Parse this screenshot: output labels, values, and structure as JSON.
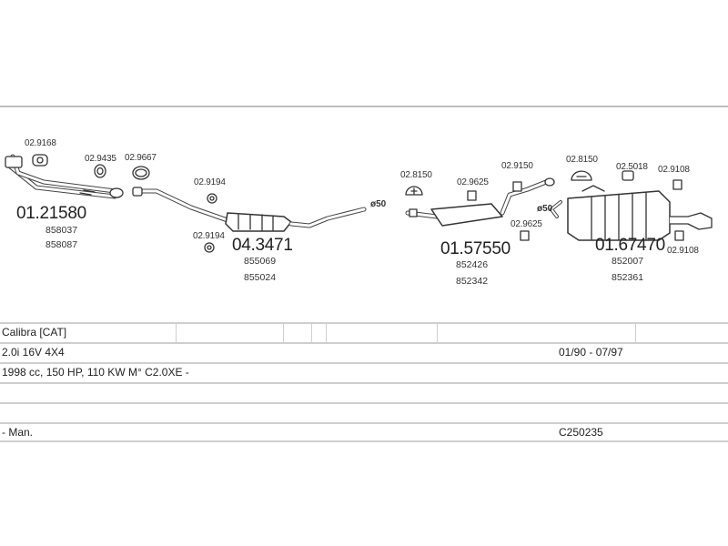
{
  "diagram": {
    "parts": [
      {
        "id": "p1",
        "number": "01.21580",
        "refs": [
          "858037",
          "858087"
        ]
      },
      {
        "id": "p2",
        "number": "04.3471",
        "refs": [
          "855069",
          "855024"
        ]
      },
      {
        "id": "p3",
        "number": "01.57550",
        "refs": [
          "852426",
          "852342"
        ]
      },
      {
        "id": "p4",
        "number": "01.67470",
        "refs": [
          "852007",
          "852361"
        ]
      }
    ],
    "small_parts": {
      "a": "02.9168",
      "b": "02.9435",
      "c": "02.9667",
      "d": "02.9194",
      "e": "02.9194",
      "f": "02.8150",
      "g": "02.9625",
      "h": "02.9150",
      "i": "02.9625",
      "j": "02.8150",
      "k": "02.5018",
      "l": "02.9108",
      "m": "02.9108"
    },
    "diameters": {
      "d1": "ø50",
      "d2": "ø50"
    }
  },
  "vehicle": {
    "model": "Calibra  [CAT]",
    "engine": "2.0i 16V 4X4",
    "date_range": "01/90 - 07/97",
    "specs": "1998 cc, 150 HP, 110 KW M° C2.0XE -",
    "transmission": "- Man.",
    "code": "C250235"
  }
}
